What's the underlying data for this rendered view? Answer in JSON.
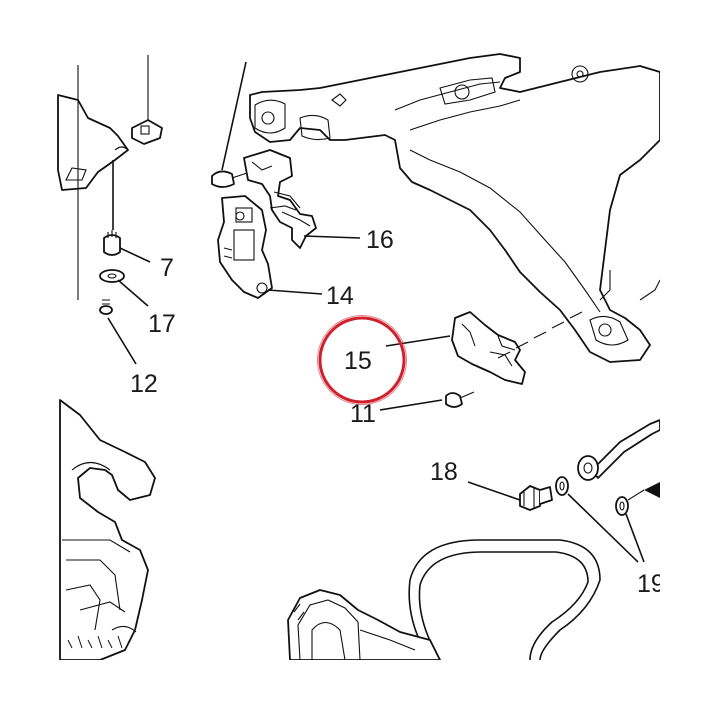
{
  "callouts": [
    {
      "id": "7",
      "text": "7"
    },
    {
      "id": "17",
      "text": "17"
    },
    {
      "id": "12",
      "text": "12"
    },
    {
      "id": "16",
      "text": "16"
    },
    {
      "id": "14",
      "text": "14"
    },
    {
      "id": "15",
      "text": "15"
    },
    {
      "id": "11",
      "text": "11"
    },
    {
      "id": "18",
      "text": "18"
    },
    {
      "id": "19",
      "text": "19"
    }
  ],
  "highlight": {
    "target": "15",
    "color": "#d0202e"
  },
  "colors": {
    "line": "#111111",
    "background": "#ffffff"
  }
}
